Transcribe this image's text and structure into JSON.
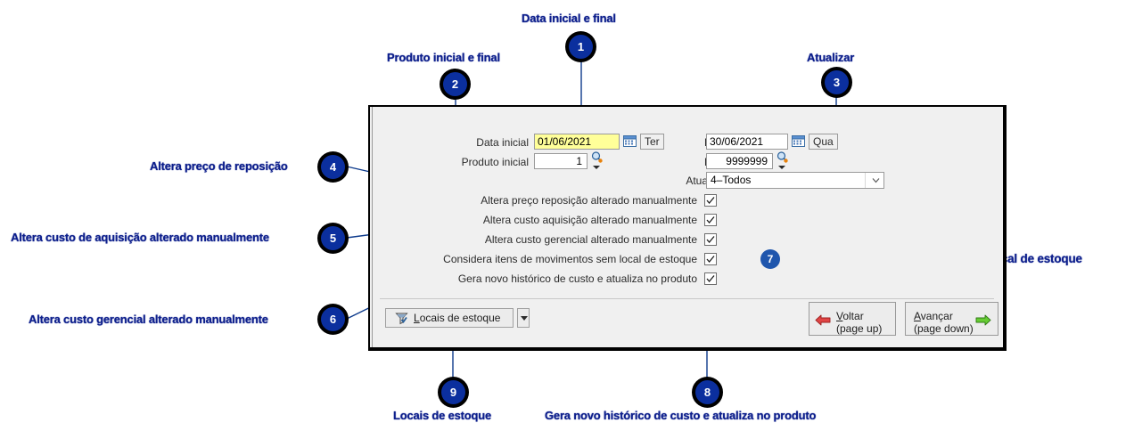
{
  "window": {
    "form": {
      "fields": [
        {
          "name": "data-inicial",
          "label": "Data inicial",
          "value": "01/06/2021",
          "day": "Ter"
        },
        {
          "name": "data-final",
          "label": "Final",
          "value": "30/06/2021",
          "day": "Qua"
        },
        {
          "name": "produto-inicial",
          "label": "Produto inicial",
          "value": "1"
        },
        {
          "name": "produto-final",
          "label": "Final",
          "value": "9999999"
        }
      ],
      "atualizar": {
        "label": "Atualizar",
        "value": "4–Todos",
        "options": [
          "4–Todos"
        ]
      }
    },
    "checkboxes": [
      {
        "label": "Altera preço reposição alterado manualmente",
        "checked": true
      },
      {
        "label": "Altera custo aquisição alterado manualmente",
        "checked": true
      },
      {
        "label": "Altera custo gerencial alterado manualmente",
        "checked": true
      },
      {
        "label": "Considera itens de movimentos sem local de estoque",
        "checked": true
      },
      {
        "label": "Gera novo histórico de custo e atualiza no produto",
        "checked": true
      }
    ],
    "buttons": {
      "locais": {
        "label": "Locais de estoque",
        "icon": "funnel-icon"
      },
      "voltar": {
        "line1": "Voltar",
        "line2": "(page up)",
        "icon": "arrow-left-red-icon"
      },
      "avancar": {
        "line1": "Avançar",
        "line2": "(page down)",
        "icon": "arrow-right-green-icon"
      }
    }
  },
  "annotations": [
    {
      "num": "1",
      "text": "Data inicial e final"
    },
    {
      "num": "2",
      "text": "Produto inicial e final"
    },
    {
      "num": "3",
      "text": "Atualizar"
    },
    {
      "num": "4",
      "text": "Altera preço de reposição"
    },
    {
      "num": "5",
      "text": "Altera custo de aquisição alterado manualmente"
    },
    {
      "num": "6",
      "text": "Altera custo gerencial alterado manualmente"
    },
    {
      "num": "7",
      "text": "Considera itens movimentados sem local de estoque"
    },
    {
      "num": "8",
      "text": "Gera novo histórico de custo e atualiza no produto"
    },
    {
      "num": "9",
      "text": "Locais de estoque"
    }
  ],
  "colors": {
    "annotation_blue": "#0d1f8c",
    "badge_blue": "#0b2f9e",
    "badge_flat_blue": "#1f56ad",
    "highlight_yellow": "#ffff99",
    "panel_bg": "#f0f0f0"
  }
}
